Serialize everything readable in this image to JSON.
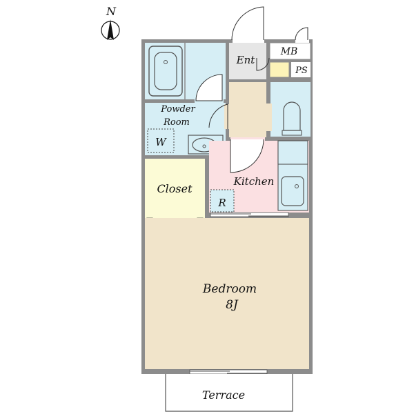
{
  "compass": {
    "label": "N"
  },
  "rooms": {
    "entrance": "Ent",
    "meter_box": "MB",
    "pipe_space": "PS",
    "powder_room_line1": "Powder",
    "powder_room_line2": "Room",
    "washer": "W",
    "closet": "Closet",
    "kitchen": "Kitchen",
    "refrigerator": "R",
    "bedroom": "Bedroom",
    "bedroom_size": "8J",
    "terrace": "Terrace"
  },
  "colors": {
    "wall": "#8c8c8c",
    "wet_area": "#d6eef5",
    "entrance_floor": "#e6e6e6",
    "hallway_floor": "#f1e4ca",
    "closet_floor": "#fcfbd6",
    "kitchen_floor": "#fbe0e2",
    "bedroom_floor": "#f1e4ca",
    "pipe_space": "#fcf3b8"
  }
}
